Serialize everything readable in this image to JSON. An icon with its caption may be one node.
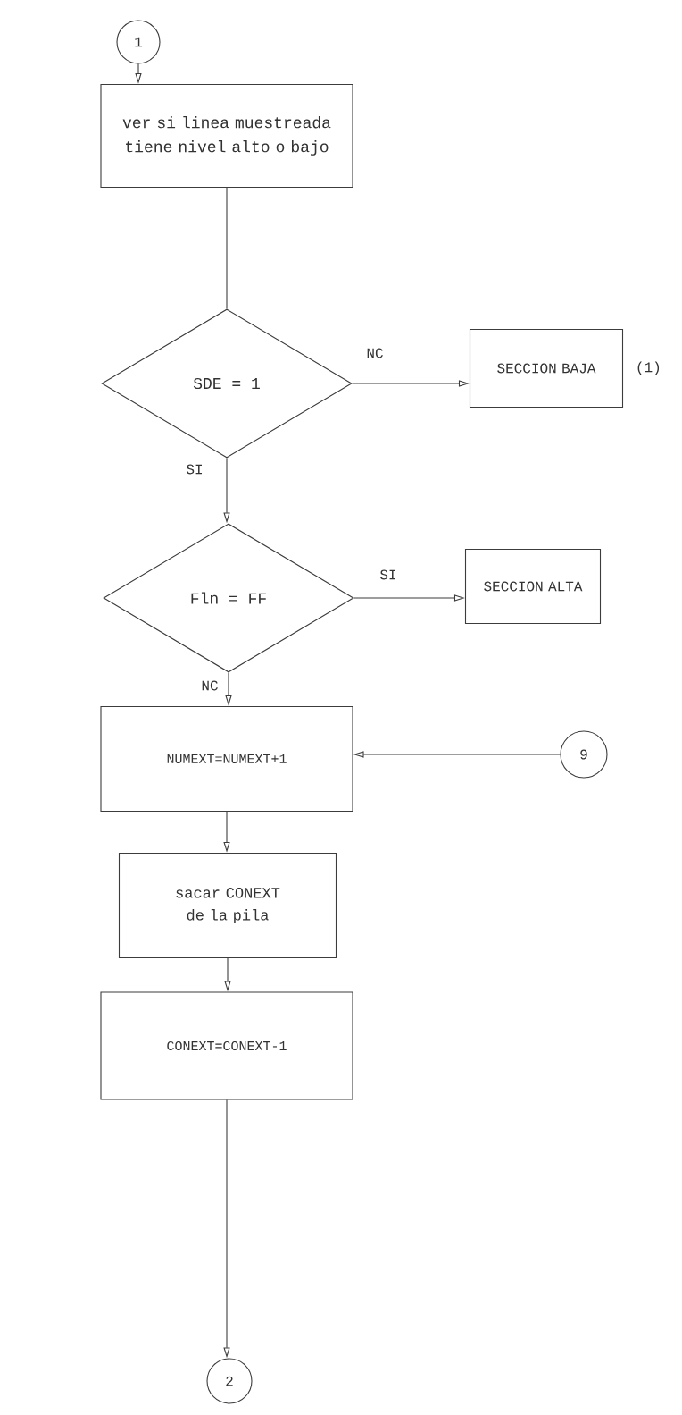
{
  "diagram": {
    "nodes": [
      {
        "text": [
          "1"
        ]
      },
      {
        "text": [
          "ver si linea muestreada tiene nivel alto o bajo"
        ]
      },
      {
        "text": [
          "SDE = 1"
        ]
      },
      {
        "text": [
          "SECCION BAJA"
        ],
        "beside": [
          "(1)"
        ]
      },
      {
        "text": [
          "Fln = FF"
        ]
      },
      {
        "text": [
          "SECCION ALTA"
        ]
      },
      {
        "text": [
          "NUMEXT=NUMEXT+1"
        ]
      },
      {
        "text": [
          "9"
        ]
      },
      {
        "text": [
          "sacar CONEXT de la pila"
        ]
      },
      {
        "text": [
          "CONEXT=CONEXT-1"
        ]
      },
      {
        "text": [
          "2"
        ]
      }
    ],
    "edges": [
      {
        "from": 0,
        "to": 1,
        "arrow": "to"
      },
      {
        "from": 1,
        "to": 2,
        "arrow": "none"
      },
      {
        "from": 2,
        "to": 3,
        "arrow": "to",
        "label": "NC"
      },
      {
        "from": 2,
        "to": 4,
        "arrow": "to",
        "label": "SI"
      },
      {
        "from": 4,
        "to": 5,
        "arrow": "to",
        "label": "SI"
      },
      {
        "from": 4,
        "to": 6,
        "arrow": "to",
        "label": "NC"
      },
      {
        "from": 7,
        "to": 6,
        "arrow": "to"
      },
      {
        "from": 6,
        "to": 8,
        "arrow": "to"
      },
      {
        "from": 8,
        "to": 9,
        "arrow": "to"
      },
      {
        "from": 9,
        "to": 10,
        "arrow": "to"
      }
    ]
  }
}
